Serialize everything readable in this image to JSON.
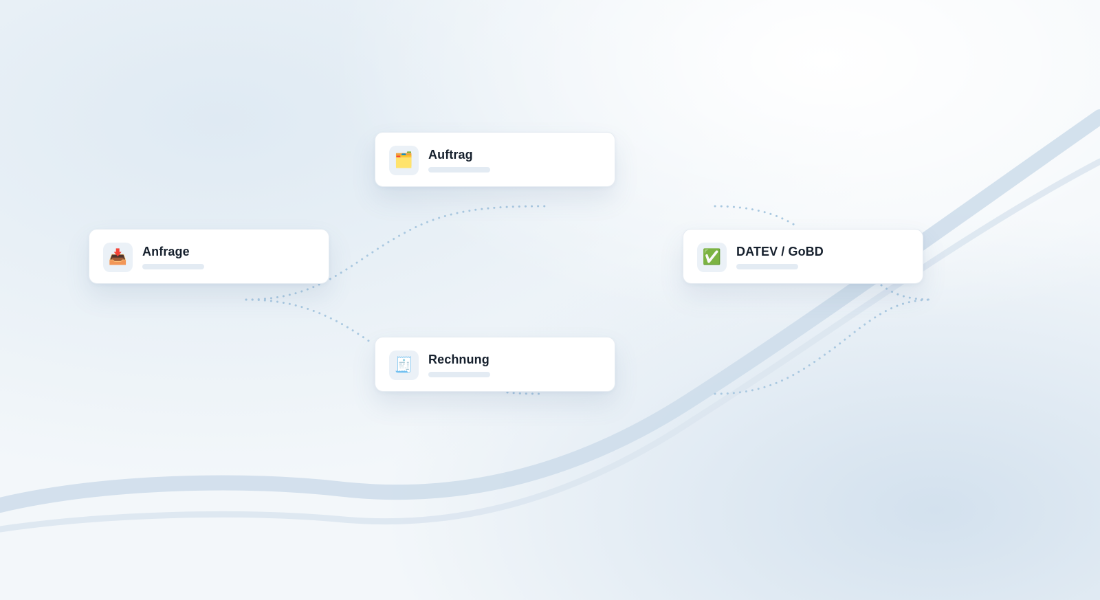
{
  "diagram": {
    "nodes": [
      {
        "id": "anfrage",
        "label": "Anfrage",
        "icon": "inbox-tray-icon",
        "icon_glyph": "📥"
      },
      {
        "id": "auftrag",
        "label": "Auftrag",
        "icon": "card-index-dividers-icon",
        "icon_glyph": "🗂️"
      },
      {
        "id": "rechnung",
        "label": "Rechnung",
        "icon": "receipt-icon",
        "icon_glyph": "🧾"
      },
      {
        "id": "datev",
        "label": "DATEV / GoBD",
        "icon": "check-mark-button-icon",
        "icon_glyph": "✅"
      }
    ],
    "edges": [
      {
        "from": "anfrage",
        "to": "auftrag"
      },
      {
        "from": "anfrage",
        "to": "rechnung"
      },
      {
        "from": "auftrag",
        "to": "datev"
      },
      {
        "from": "rechnung",
        "to": "datev"
      }
    ]
  },
  "colors": {
    "background": "#f2f6fa",
    "card": "#ffffff",
    "text": "#16202d",
    "connector": "#a9c8e0",
    "wave": "#c8d8e8",
    "icon_tile": "#ebf1f7",
    "placeholder_bar": "#e3ebf3"
  }
}
